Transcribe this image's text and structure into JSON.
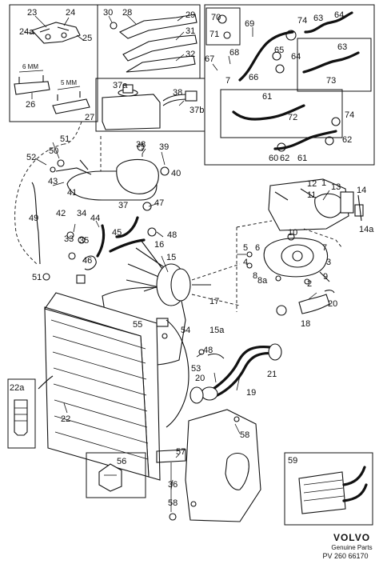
{
  "footer": {
    "brand": "VOLVO",
    "subtitle": "Genuine Parts",
    "reference": "PV 260 66170"
  },
  "inset_dims": {
    "dim_a": "6 MM",
    "dim_b": "5 MM"
  },
  "callouts": [
    {
      "id": "c1",
      "text": "23"
    },
    {
      "id": "c2",
      "text": "24"
    },
    {
      "id": "c3",
      "text": "24a"
    },
    {
      "id": "c4",
      "text": "25"
    },
    {
      "id": "c5",
      "text": "26"
    },
    {
      "id": "c6",
      "text": "27"
    },
    {
      "id": "c7",
      "text": "30"
    },
    {
      "id": "c8",
      "text": "28"
    },
    {
      "id": "c9",
      "text": "29"
    },
    {
      "id": "c10",
      "text": "31"
    },
    {
      "id": "c11",
      "text": "32"
    },
    {
      "id": "c12",
      "text": "37a"
    },
    {
      "id": "c13",
      "text": "38"
    },
    {
      "id": "c14",
      "text": "37b"
    },
    {
      "id": "c15",
      "text": "70"
    },
    {
      "id": "c16",
      "text": "69"
    },
    {
      "id": "c17",
      "text": "74"
    },
    {
      "id": "c18",
      "text": "63"
    },
    {
      "id": "c19",
      "text": "64"
    },
    {
      "id": "c20",
      "text": "71"
    },
    {
      "id": "c21",
      "text": "67"
    },
    {
      "id": "c22",
      "text": "68"
    },
    {
      "id": "c23",
      "text": "65"
    },
    {
      "id": "c24",
      "text": "64"
    },
    {
      "id": "c25",
      "text": "63"
    },
    {
      "id": "c26",
      "text": "7"
    },
    {
      "id": "c27",
      "text": "66"
    },
    {
      "id": "c28",
      "text": "73"
    },
    {
      "id": "c29",
      "text": "61"
    },
    {
      "id": "c30",
      "text": "72"
    },
    {
      "id": "c31",
      "text": "74"
    },
    {
      "id": "c32",
      "text": "62"
    },
    {
      "id": "c33",
      "text": "60"
    },
    {
      "id": "c34",
      "text": "62"
    },
    {
      "id": "c35",
      "text": "61"
    },
    {
      "id": "c36",
      "text": "51"
    },
    {
      "id": "c37",
      "text": "50"
    },
    {
      "id": "c38",
      "text": "52"
    },
    {
      "id": "c39",
      "text": "38"
    },
    {
      "id": "c40",
      "text": "39"
    },
    {
      "id": "c41",
      "text": "43"
    },
    {
      "id": "c42",
      "text": "40"
    },
    {
      "id": "c43",
      "text": "41"
    },
    {
      "id": "c44",
      "text": "47"
    },
    {
      "id": "c45",
      "text": "37"
    },
    {
      "id": "c46",
      "text": "42"
    },
    {
      "id": "c47",
      "text": "34"
    },
    {
      "id": "c48",
      "text": "49"
    },
    {
      "id": "c49",
      "text": "44"
    },
    {
      "id": "c50",
      "text": "45"
    },
    {
      "id": "c51",
      "text": "48"
    },
    {
      "id": "c52",
      "text": "33"
    },
    {
      "id": "c53",
      "text": "35"
    },
    {
      "id": "c54",
      "text": "16"
    },
    {
      "id": "c55",
      "text": "15"
    },
    {
      "id": "c56",
      "text": "46"
    },
    {
      "id": "c57",
      "text": "51"
    },
    {
      "id": "c58",
      "text": "12"
    },
    {
      "id": "c59",
      "text": "1"
    },
    {
      "id": "c60",
      "text": "13"
    },
    {
      "id": "c61",
      "text": "14"
    },
    {
      "id": "c62",
      "text": "11"
    },
    {
      "id": "c63",
      "text": "14a"
    },
    {
      "id": "c64",
      "text": "10"
    },
    {
      "id": "c65",
      "text": "5"
    },
    {
      "id": "c66",
      "text": "6"
    },
    {
      "id": "c67",
      "text": "4"
    },
    {
      "id": "c68",
      "text": "7"
    },
    {
      "id": "c69",
      "text": "3"
    },
    {
      "id": "c70",
      "text": "8"
    },
    {
      "id": "c71",
      "text": "9"
    },
    {
      "id": "c72",
      "text": "8a"
    },
    {
      "id": "c73",
      "text": "2"
    },
    {
      "id": "c74",
      "text": "17"
    },
    {
      "id": "c75",
      "text": "20"
    },
    {
      "id": "c76",
      "text": "18"
    },
    {
      "id": "c77",
      "text": "55"
    },
    {
      "id": "c78",
      "text": "54"
    },
    {
      "id": "c79",
      "text": "15a"
    },
    {
      "id": "c80",
      "text": "48"
    },
    {
      "id": "c81",
      "text": "53"
    },
    {
      "id": "c82",
      "text": "20"
    },
    {
      "id": "c83",
      "text": "21"
    },
    {
      "id": "c84",
      "text": "19"
    },
    {
      "id": "c85",
      "text": "22a"
    },
    {
      "id": "c86",
      "text": "22"
    },
    {
      "id": "c87",
      "text": "58"
    },
    {
      "id": "c88",
      "text": "56"
    },
    {
      "id": "c89",
      "text": "57"
    },
    {
      "id": "c90",
      "text": "36"
    },
    {
      "id": "c91",
      "text": "58"
    },
    {
      "id": "c92",
      "text": "59"
    }
  ]
}
